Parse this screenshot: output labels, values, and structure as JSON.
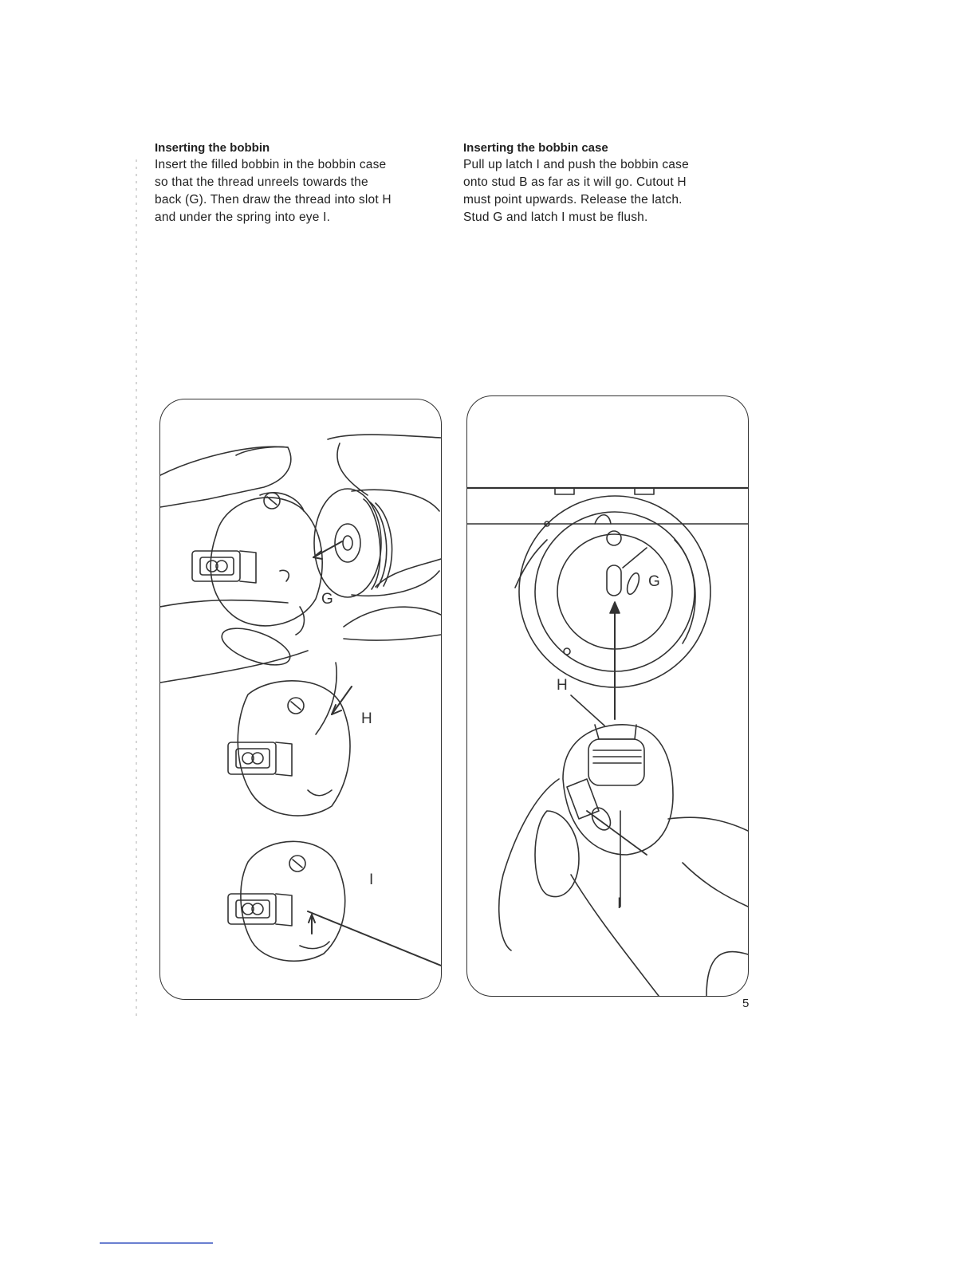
{
  "sections": {
    "bobbin": {
      "heading": "Inserting the bobbin",
      "lines": [
        "Insert the filled bobbin in the bobbin case",
        "so that the thread unreels towards the",
        "back (G). Then draw the thread into slot H",
        "and under the spring into eye I."
      ]
    },
    "bobbin_case": {
      "heading": "Inserting the bobbin case",
      "lines": [
        "Pull up latch I and push the bobbin case",
        "onto stud B as far as it will go. Cutout H",
        "must point upwards. Release the latch.",
        "Stud G and latch I must be flush."
      ]
    }
  },
  "figure_left": {
    "label_g": "G",
    "label_h": "H",
    "label_i": "I"
  },
  "figure_right": {
    "label_g": "G",
    "label_h": "H",
    "label_i": "I"
  },
  "page_number": "5"
}
